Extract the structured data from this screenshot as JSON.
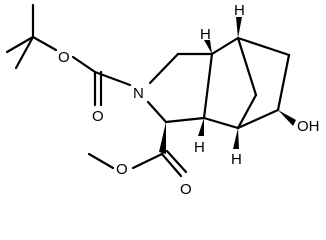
{
  "molecule": {
    "atoms": {
      "ring_n": "N",
      "boc_ether_o": "O",
      "boc_carbonyl_o": "O",
      "ester_ether_o": "O",
      "ester_carbonyl_o": "O",
      "hydroxyl": "OH",
      "h_top": "H",
      "h_top_right": "H",
      "h_mid_left": "H",
      "h_bottom": "H"
    }
  }
}
